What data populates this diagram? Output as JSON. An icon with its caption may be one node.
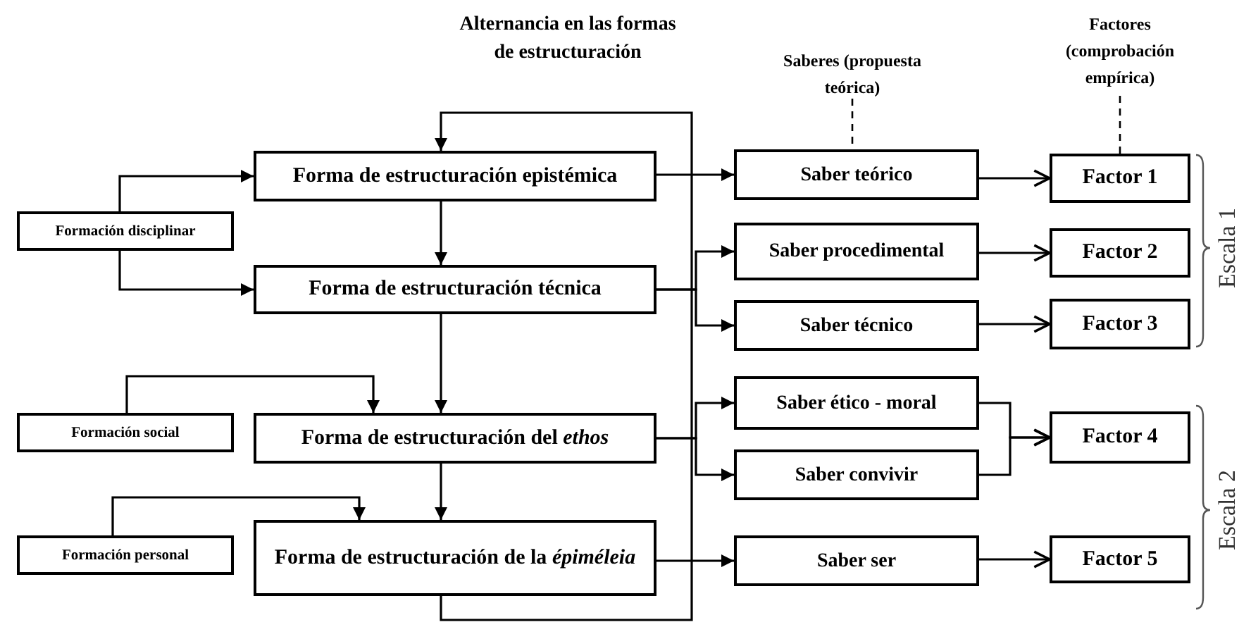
{
  "diagram": {
    "nodes": [
      {
        "text": [
          "Formación disciplinar"
        ]
      },
      {
        "text": [
          "Forma de estructuración epistémica"
        ]
      },
      {
        "text": [
          "Forma de estructuración técnica"
        ]
      },
      {
        "text": [
          "Formación social"
        ]
      },
      {
        "text": [
          "Forma de estructuración del *ethos*"
        ]
      },
      {
        "text": [
          "Formación personal"
        ]
      },
      {
        "text": [
          "Forma de estructuración de la *épiméleia*"
        ]
      },
      {
        "text": [
          "Saber teórico"
        ]
      },
      {
        "text": [
          "Saber procedimental"
        ]
      },
      {
        "text": [
          "Saber técnico"
        ]
      },
      {
        "text": [
          "Saber ético - moral"
        ]
      },
      {
        "text": [
          "Saber convivir"
        ]
      },
      {
        "text": [
          "Saber ser"
        ]
      },
      {
        "text": [
          "Factor 1"
        ]
      },
      {
        "text": [
          "Factor 2"
        ]
      },
      {
        "text": [
          "Factor 3"
        ]
      },
      {
        "text": [
          "Factor 4"
        ]
      },
      {
        "text": [
          "Factor 5"
        ]
      },
      {
        "text": [
          "Saberes (propuesta teórica)"
        ]
      },
      {
        "text": [
          "Factores (comprobación empírica)"
        ]
      }
    ],
    "edges": [
      {
        "from": 0,
        "to": 1,
        "arrow": "to"
      },
      {
        "from": 0,
        "to": 2,
        "arrow": "to"
      },
      {
        "from": 3,
        "to": 4,
        "arrow": "to"
      },
      {
        "from": 5,
        "to": 6,
        "arrow": "to"
      },
      {
        "from": 1,
        "to": 2,
        "arrow": "to"
      },
      {
        "from": 2,
        "to": 4,
        "arrow": "to"
      },
      {
        "from": 4,
        "to": 6,
        "arrow": "to"
      },
      {
        "from": 1,
        "to": 7,
        "arrow": "to"
      },
      {
        "from": 2,
        "to": 8,
        "arrow": "to"
      },
      {
        "from": 2,
        "to": 9,
        "arrow": "to"
      },
      {
        "from": 4,
        "to": 10,
        "arrow": "to"
      },
      {
        "from": 4,
        "to": 11,
        "arrow": "to"
      },
      {
        "from": 6,
        "to": 12,
        "arrow": "to"
      },
      {
        "from": 7,
        "to": 13,
        "arrow": "to"
      },
      {
        "from": 8,
        "to": 14,
        "arrow": "to"
      },
      {
        "from": 9,
        "to": 15,
        "arrow": "to"
      },
      {
        "from": 10,
        "to": 16,
        "arrow": "to"
      },
      {
        "from": 11,
        "to": 16,
        "arrow": "to"
      },
      {
        "from": 12,
        "to": 17,
        "arrow": "to"
      },
      {
        "from": 6,
        "to": 1,
        "arrow": "to",
        "label": "Alternancia en las formas de estructuración"
      },
      {
        "from": 18,
        "to": 7,
        "arrow": "none",
        "style": "dashed"
      },
      {
        "from": 19,
        "to": 13,
        "arrow": "none",
        "style": "dashed"
      }
    ],
    "labels": [
      "Escala 1",
      "Escala 2"
    ]
  }
}
